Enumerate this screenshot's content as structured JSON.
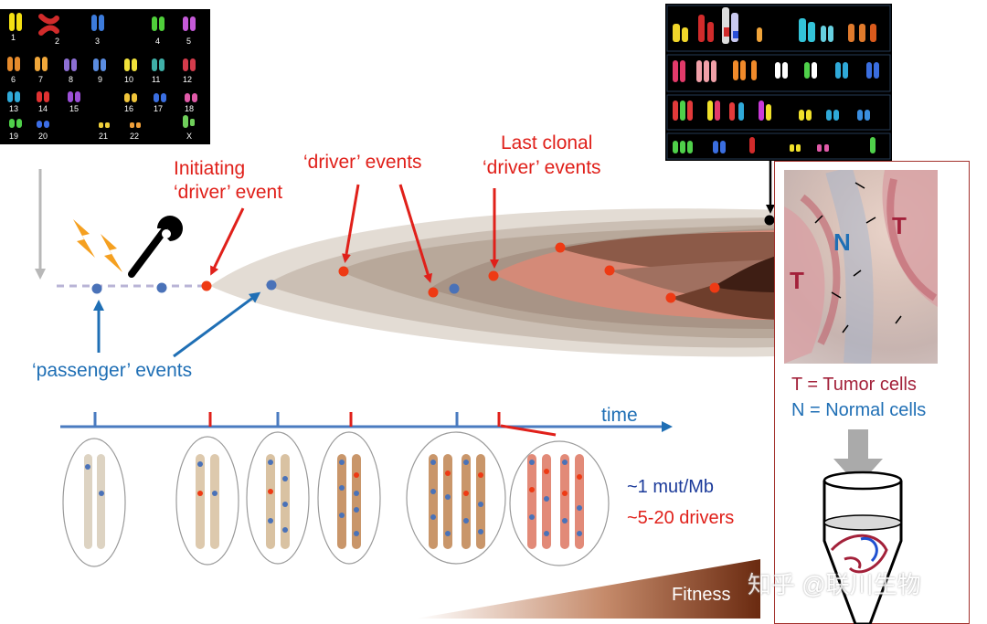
{
  "labels": {
    "initiating_line1": "Initiating",
    "initiating_line2": "‘driver’ event",
    "driver_events": "‘driver’ events",
    "last_clonal_line1": "Last clonal",
    "last_clonal_line2": "‘driver’ events",
    "passenger_events": "‘passenger’ events",
    "time": "time",
    "mut_rate": "~1 mut/Mb",
    "drivers_count": "~5-20 drivers",
    "fitness": "Fitness",
    "tumor_key": "T = Tumor cells",
    "normal_key": "N = Normal cells",
    "micro_T1": "T",
    "micro_T2": "T",
    "micro_N": "N",
    "watermark": "知乎 @联川生物"
  },
  "karyotype_left": {
    "numbers": [
      "1",
      "2",
      "3",
      "4",
      "5",
      "6",
      "7",
      "8",
      "9",
      "10",
      "11",
      "12",
      "13",
      "14",
      "15",
      "16",
      "17",
      "18",
      "19",
      "20",
      "21",
      "22",
      "X"
    ]
  },
  "colors": {
    "driver_red": "#e0201a",
    "passenger_blue": "#1f6fb5",
    "panel_border": "#a3312c",
    "tumor_text": "#a3213a",
    "normal_text": "#1f6fb5"
  }
}
